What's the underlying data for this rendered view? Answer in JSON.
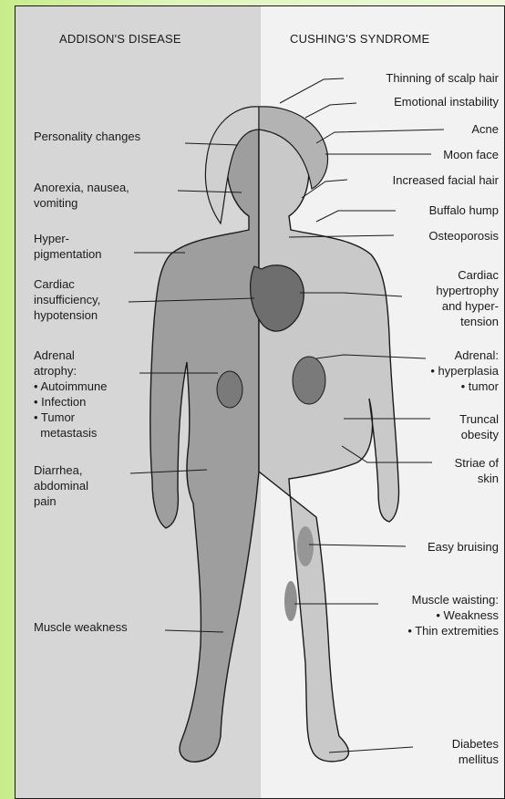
{
  "headers": {
    "left": "ADDISON'S DISEASE",
    "right": "CUSHING'S SYNDROME"
  },
  "addison": {
    "personality": "Personality changes",
    "anorexia": "Anorexia, nausea,\nvomiting",
    "hyperpig": "Hyper-\npigmentation",
    "cardiac": "Cardiac\ninsufficiency,\nhypotension",
    "adrenal_title": "Adrenal\natrophy:",
    "adrenal_items": "• Autoimmune\n• Infection\n• Tumor\n  metastasis",
    "diarrhea": "Diarrhea,\nabdominal\npain",
    "muscle": "Muscle weakness"
  },
  "cushing": {
    "scalp": "Thinning of scalp hair",
    "emotional": "Emotional instability",
    "acne": "Acne",
    "moon": "Moon face",
    "facial_hair": "Increased facial hair",
    "buffalo": "Buffalo hump",
    "osteo": "Osteoporosis",
    "hypertrophy": "Cardiac\nhypertrophy\nand hyper-\ntension",
    "adrenal": "Adrenal:\n• hyperplasia\n• tumor",
    "truncal": "Truncal\nobesity",
    "striae": "Striae of\nskin",
    "bruising": "Easy bruising",
    "wasting": "Muscle waisting:\n• Weakness\n• Thin extremities",
    "diabetes": "Diabetes\nmellitus"
  }
}
